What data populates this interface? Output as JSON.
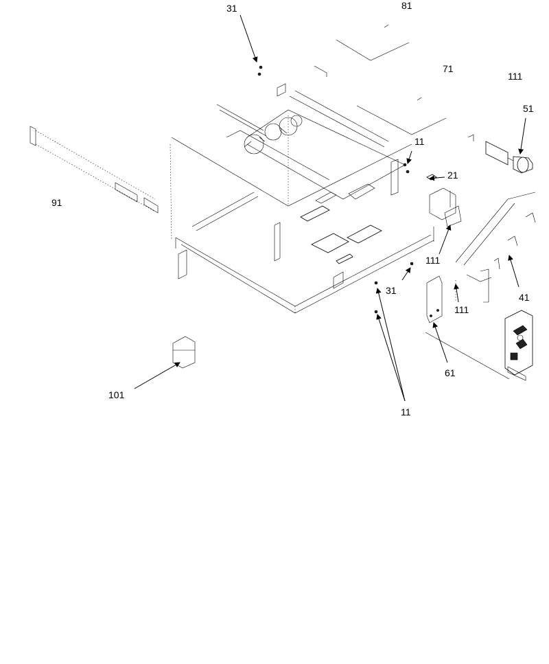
{
  "callouts": {
    "c31_top": "31",
    "c81": "81",
    "c71": "71",
    "c111_top": "111",
    "c51": "51",
    "c11_top": "11",
    "c21": "21",
    "c91": "91",
    "c111_mid": "111",
    "c31_mid": "31",
    "c41": "41",
    "c111_low": "111",
    "c61": "61",
    "c101": "101",
    "c11_bottom": "11"
  }
}
